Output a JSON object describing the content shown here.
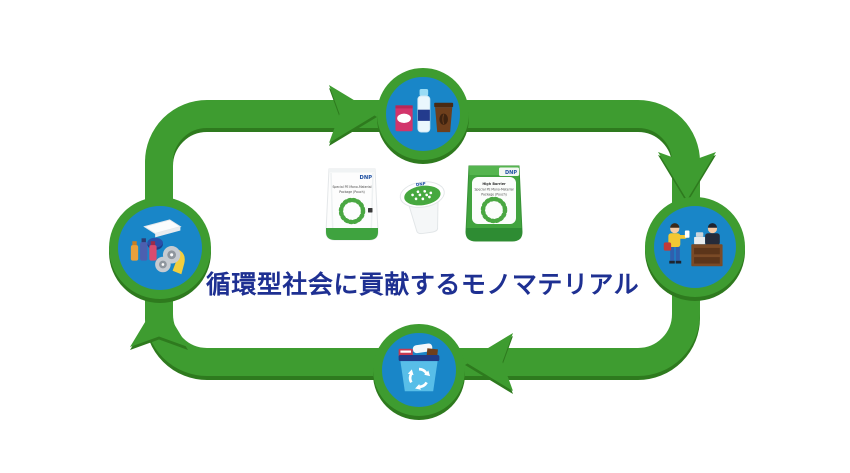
{
  "title": "循環型社会に貢献するモノマテリアル",
  "colors": {
    "loop_green": "#3E9C30",
    "loop_green_dark": "#2E7A1E",
    "node_blue": "#1986C8",
    "title_navy": "#1E3092",
    "brand_blue": "#1E50A2",
    "package_green": "#41A33E"
  },
  "nodes": {
    "top": {
      "icon": "beverage-products-icon"
    },
    "right": {
      "icon": "store-checkout-icon"
    },
    "bottom": {
      "icon": "recycling-bin-icon"
    },
    "left": {
      "icon": "raw-materials-icon"
    }
  },
  "packages": {
    "pouch_white": {
      "brand": "DNP",
      "line1": "Special PE Mono-Material",
      "line2": "Package (Pouch)"
    },
    "cup": {
      "brand": "DNP"
    },
    "pouch_green": {
      "brand": "DNP",
      "line1": "High Barrier",
      "line2": "Special PE Mono-Material",
      "line3": "Package (Pouch)"
    }
  }
}
